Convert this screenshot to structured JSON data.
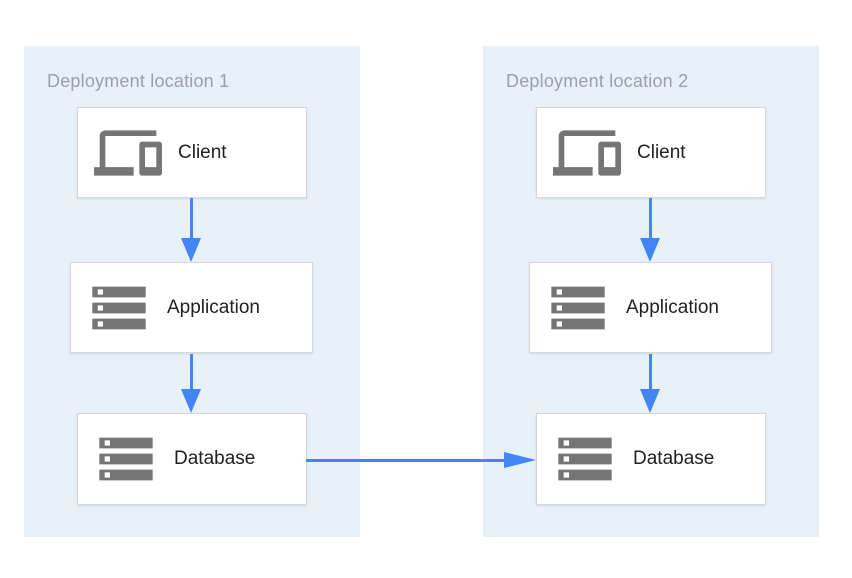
{
  "colors": {
    "canvas_bg": "#ffffff",
    "zone_fill": "#e8f0fa",
    "box_bg": "#ffffff",
    "box_border": "#d7d7d7",
    "arrow": "#4285f4",
    "icon": "#757575",
    "zone_title": "#9aa0a6",
    "node_label": "#212121"
  },
  "diagram": {
    "groups": [
      {
        "title": "Deployment location 1",
        "nodes": [
          {
            "label": "Client",
            "icon": "devices-icon"
          },
          {
            "label": "Application",
            "icon": "server-stack-icon"
          },
          {
            "label": "Database",
            "icon": "server-stack-icon"
          }
        ]
      },
      {
        "title": "Deployment location 2",
        "nodes": [
          {
            "label": "Client",
            "icon": "devices-icon"
          },
          {
            "label": "Application",
            "icon": "server-stack-icon"
          },
          {
            "label": "Database",
            "icon": "server-stack-icon"
          }
        ]
      }
    ],
    "connections": [
      {
        "from": "Client (location 1)",
        "to": "Application (location 1)"
      },
      {
        "from": "Application (location 1)",
        "to": "Database (location 1)"
      },
      {
        "from": "Database (location 1)",
        "to": "Database (location 2)"
      },
      {
        "from": "Client (location 2)",
        "to": "Application (location 2)"
      },
      {
        "from": "Application (location 2)",
        "to": "Database (location 2)"
      }
    ]
  }
}
